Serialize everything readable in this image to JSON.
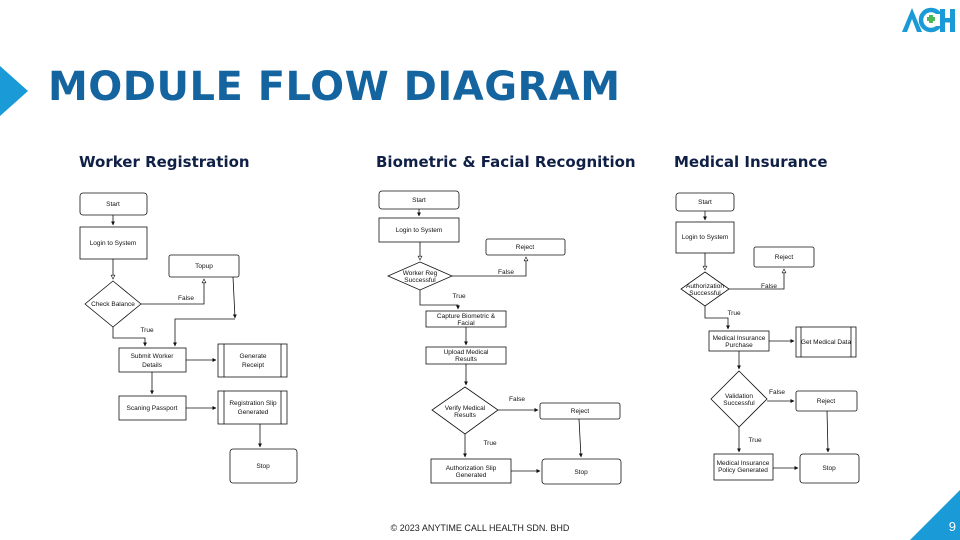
{
  "title": "MODULE FLOW DIAGRAM",
  "logo_text": "ACH",
  "footer": "© 2023 ANYTIME CALL HEALTH SDN. BHD",
  "page_number": "9",
  "colors": {
    "accent": "#1a9ad6",
    "title": "#1464a0",
    "heading": "#0f1f45"
  },
  "sections": {
    "worker": {
      "heading": "Worker Registration",
      "nodes": {
        "start": "Start",
        "login": "Login to System",
        "check_balance": "Check Balance",
        "topup": "Topup",
        "submit_1": "Submit Worker",
        "submit_2": "Details",
        "generate_1": "Generate",
        "generate_2": "Receipt",
        "scan": "Scaning Passport",
        "slip_1": "Registration Slip",
        "slip_2": "Generated",
        "stop": "Stop"
      },
      "labels": {
        "false": "False",
        "true": "True"
      }
    },
    "biometric": {
      "heading": "Biometric & Facial Recognition",
      "nodes": {
        "start": "Start",
        "login": "Login to System",
        "reject_1": "Reject",
        "worker_reg_1": "Worker Reg",
        "worker_reg_2": "Successful",
        "capture_1": "Capture Biometric &",
        "capture_2": "Facial",
        "upload_1": "Upload Medical",
        "upload_2": "Results",
        "verify_1": "Verify Medical",
        "verify_2": "Results",
        "reject_2": "Reject",
        "auth_1": "Authorization Slip",
        "auth_2": "Generated",
        "stop": "Stop"
      },
      "labels": {
        "false_1": "False",
        "true_1": "True",
        "false_2": "False",
        "true_2": "True"
      }
    },
    "medical": {
      "heading": "Medical Insurance",
      "nodes": {
        "start": "Start",
        "login": "Login to System",
        "reject_1": "Reject",
        "auth_1": "Authorization",
        "auth_2": "Successful",
        "purchase_1": "Medical Insurance",
        "purchase_2": "Purchase",
        "get_data": "Get Medical Data",
        "validation_1": "Validation",
        "validation_2": "Successful",
        "reject_2": "Reject",
        "policy_1": "Medical Insurance",
        "policy_2": "Policy Generated",
        "stop": "Stop"
      },
      "labels": {
        "false_1": "False",
        "true_1": "True",
        "false_2": "False",
        "true_2": "True"
      }
    }
  }
}
